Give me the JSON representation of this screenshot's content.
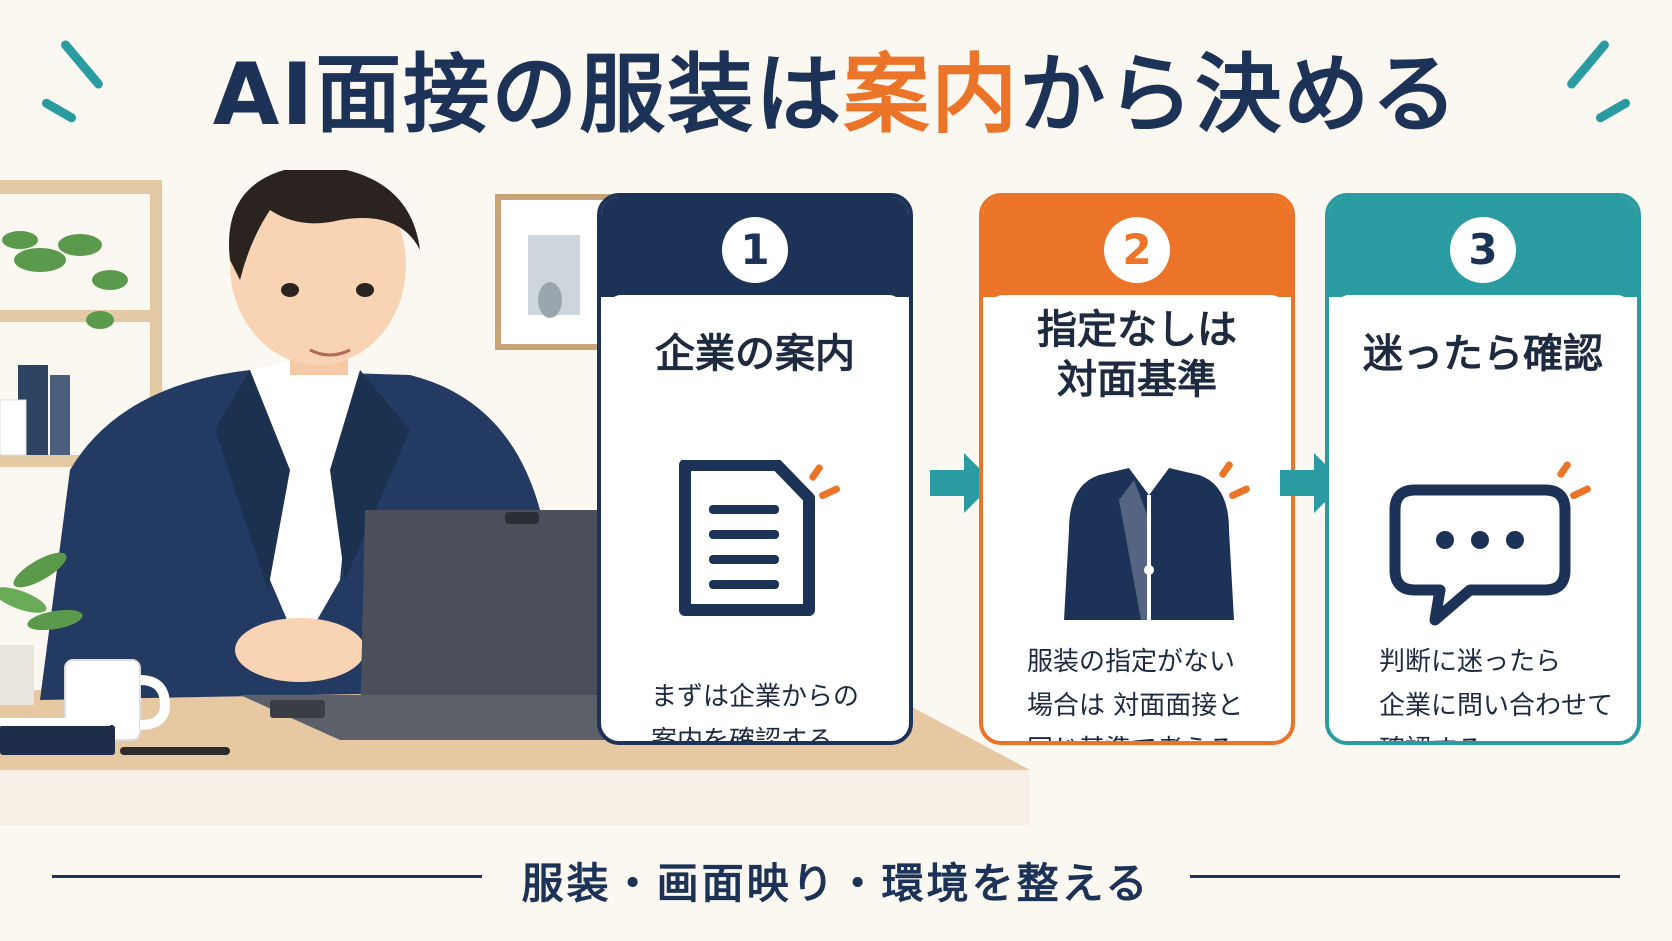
{
  "title": {
    "part1": "AI面接の服装は",
    "highlight": "案内",
    "part2": "から決める"
  },
  "colors": {
    "navy": "#1d3257",
    "orange": "#ec7428",
    "teal": "#2a9ba0"
  },
  "steps": [
    {
      "number": "1",
      "title_lines": [
        "企業の案内"
      ],
      "icon": "document-icon",
      "desc_lines": [
        "まずは企業からの",
        "案内を確認する"
      ]
    },
    {
      "number": "2",
      "title_lines": [
        "指定なしは",
        "対面基準"
      ],
      "icon": "jacket-icon",
      "desc_lines": [
        "服装の指定がない",
        "場合は 対面面接と",
        "同じ基準で考える"
      ]
    },
    {
      "number": "3",
      "title_lines": [
        "迷ったら確認"
      ],
      "icon": "chat-bubble-icon",
      "desc_lines": [
        "判断に迷ったら",
        "企業に問い合わせて",
        "確認する"
      ]
    }
  ],
  "footer": "服装・画面映り・環境を整える"
}
